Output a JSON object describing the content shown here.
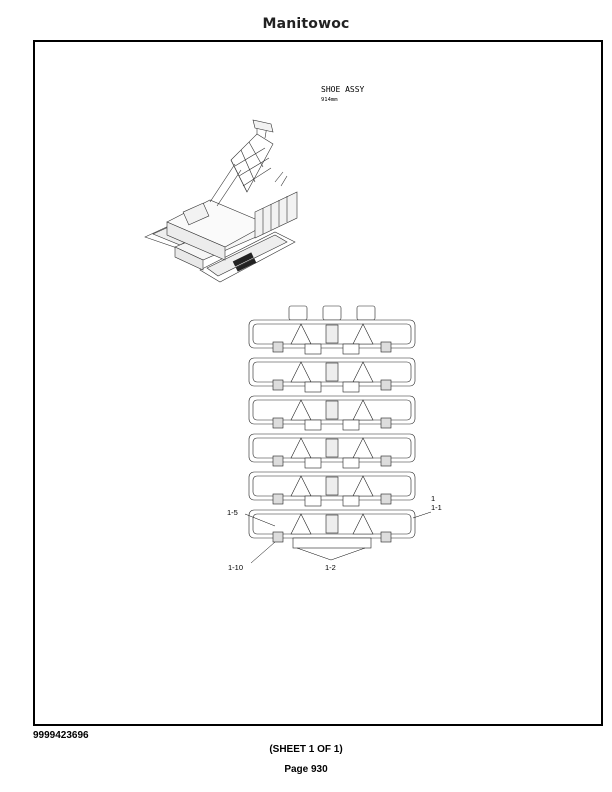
{
  "header": {
    "brand": "Manitowoc"
  },
  "drawing": {
    "title": "SHOE ASSY",
    "subtitle": "914mm",
    "callouts": {
      "c_1": "1",
      "c_1_1": "1-1",
      "c_1_5": "1-5",
      "c_1_10": "1-10",
      "c_1_2": "1-2"
    }
  },
  "footer": {
    "part_number": "9999423696",
    "sheet": "(SHEET 1 OF 1)",
    "page": "Page 930"
  }
}
